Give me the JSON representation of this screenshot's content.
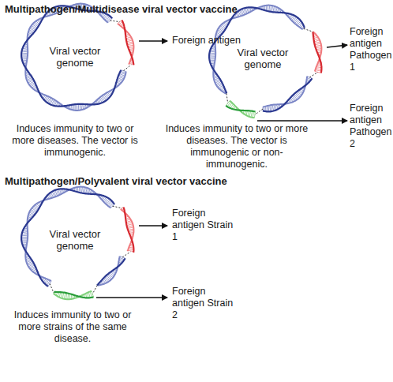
{
  "diagram": {
    "title": "Multipathogen/Multidisease viral vector vaccine",
    "nodes": [
      {
        "text": [
          "Viral vector genome"
        ]
      },
      {
        "text": [
          "Viral vector genome"
        ]
      },
      {
        "text": [
          "Viral vector genome"
        ]
      }
    ],
    "labels": [
      "Foreign antigen",
      "Induces immunity to two or more diseases. The vector is immunogenic.",
      "Foreign antigen Pathogen 1",
      "Foreign antigen Pathogen 2",
      "Induces immunity to two or more diseases. The vector is immunogenic or non-immunogenic.",
      "Multipathogen/Polyvalent viral vector vaccine",
      "Foreign antigen Strain 1",
      "Foreign antigen Strain 2",
      "Induces immunity to two or more strains of the same disease."
    ]
  }
}
